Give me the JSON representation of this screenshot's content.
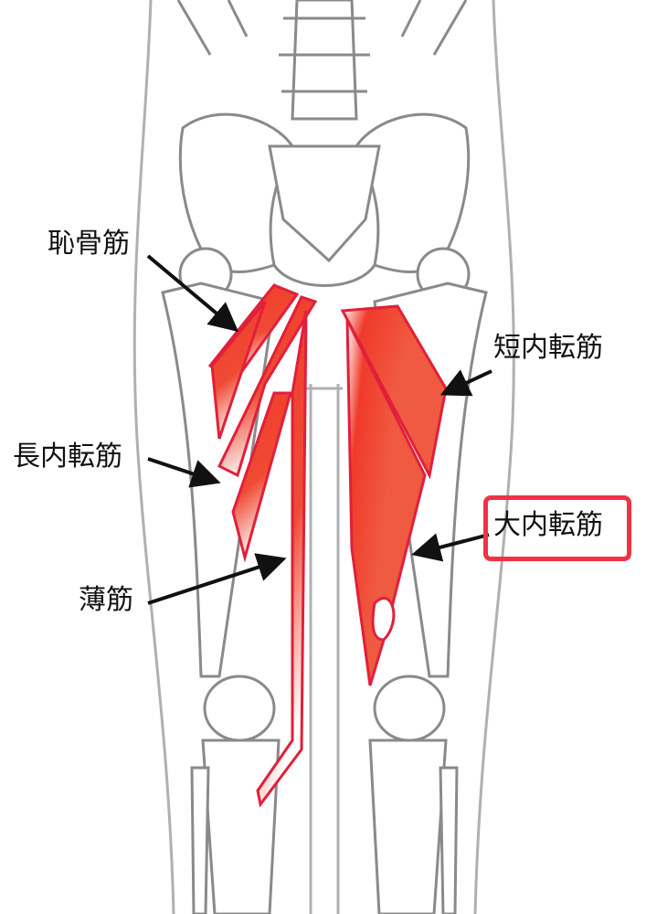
{
  "labels": {
    "pectineus": "恥骨筋",
    "adductor_longus": "長内転筋",
    "gracilis": "薄筋",
    "adductor_brevis": "短内転筋",
    "adductor_magnus": "大内転筋"
  },
  "highlighted_label": "adductor_magnus",
  "colors": {
    "muscle": "#f03a2a",
    "muscle_outline": "#e0203a",
    "bone_outline": "#8a8a8a",
    "highlight_box": "#ee3344"
  }
}
